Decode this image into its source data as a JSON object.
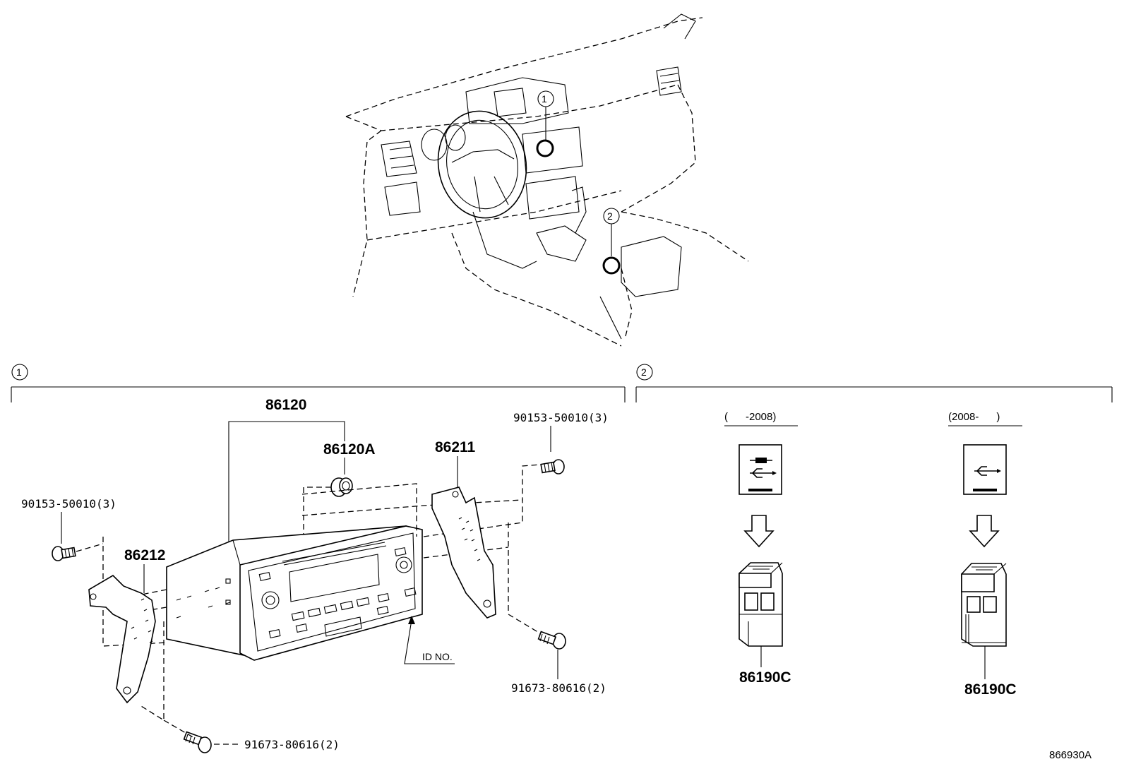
{
  "section_markers": {
    "section_1": "1",
    "section_2": "2"
  },
  "parts": {
    "audio_unit": "86120",
    "knob": "86120A",
    "bracket_right": "86211",
    "bracket_left": "86212",
    "screw_top_right": "90153-50010(3)",
    "screw_top_left": "90153-50010(3)",
    "screw_bottom_right": "91673-80616(2)",
    "screw_bottom_left": "91673-80616(2)",
    "id_no": "ID NO.",
    "usb_jack_old": "86190C",
    "usb_jack_new": "86190C"
  },
  "ranges": {
    "old": "(      -2008)",
    "new": "(2008-      )"
  },
  "diagram_code": "866930A"
}
